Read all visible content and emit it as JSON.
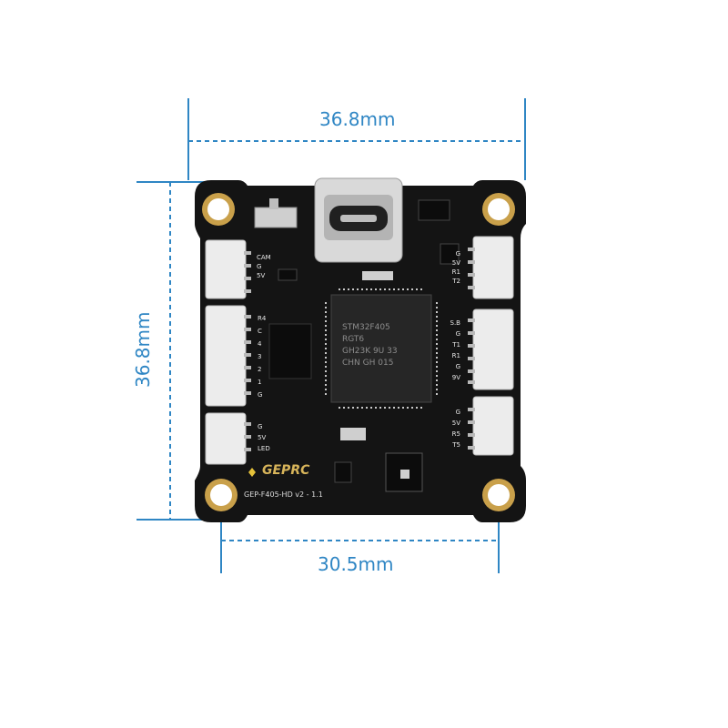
{
  "dimensions": {
    "top_width": "36.8mm",
    "side_height": "36.8mm",
    "mount_spacing": "30.5mm"
  },
  "board": {
    "brand": "GEPRC",
    "model": "GEP-F405-HD v2 - 1.1",
    "mcu_marking": [
      "STM32F405",
      "RGT6",
      "GH23K 9U 33",
      "CHN GH 015"
    ],
    "left_top_pins": [
      "CAM",
      "G",
      "5V"
    ],
    "left_mid_pins": [
      "R4",
      "C",
      "4",
      "3",
      "2",
      "1",
      "G"
    ],
    "left_bottom_pins": [
      "G",
      "5V",
      "LED"
    ],
    "right_top_pins": [
      "G",
      "5V",
      "R1",
      "T2"
    ],
    "right_mid_pins": [
      "S.B",
      "G",
      "T1",
      "R1",
      "G",
      "9V"
    ],
    "right_bottom_pins": [
      "G",
      "5V",
      "R5",
      "T5"
    ]
  },
  "colors": {
    "dimension_line": "#2f86c4",
    "pcb": "#141414",
    "gold_pad": "#c9a04a",
    "connector": "#ececec"
  }
}
